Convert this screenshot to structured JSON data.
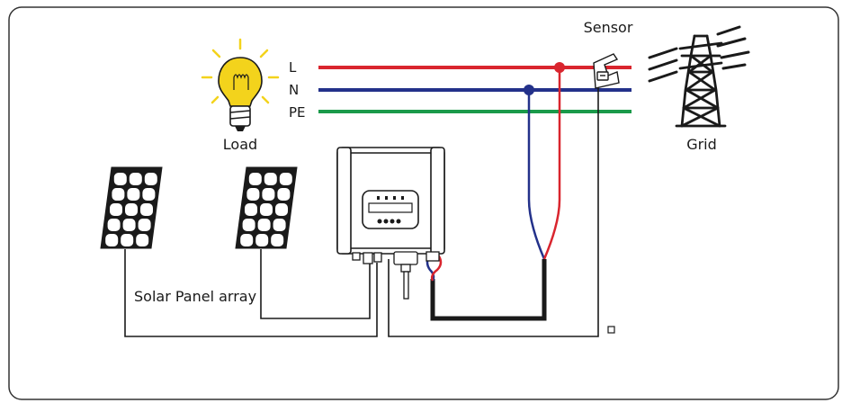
{
  "labels": {
    "sensor": "Sensor",
    "line_l": "L",
    "line_n": "N",
    "line_pe": "PE",
    "load": "Load",
    "grid": "Grid",
    "solar": "Solar Panel array"
  },
  "colors": {
    "L": "#d9252e",
    "N": "#23318a",
    "PE": "#1a9a4a",
    "bulb": "#f3d31c",
    "cable": "#1a1a1a"
  },
  "icons": [
    "light-bulb-icon",
    "transmission-tower-icon",
    "ct-sensor-icon",
    "solar-panel-icon",
    "inverter-icon"
  ]
}
